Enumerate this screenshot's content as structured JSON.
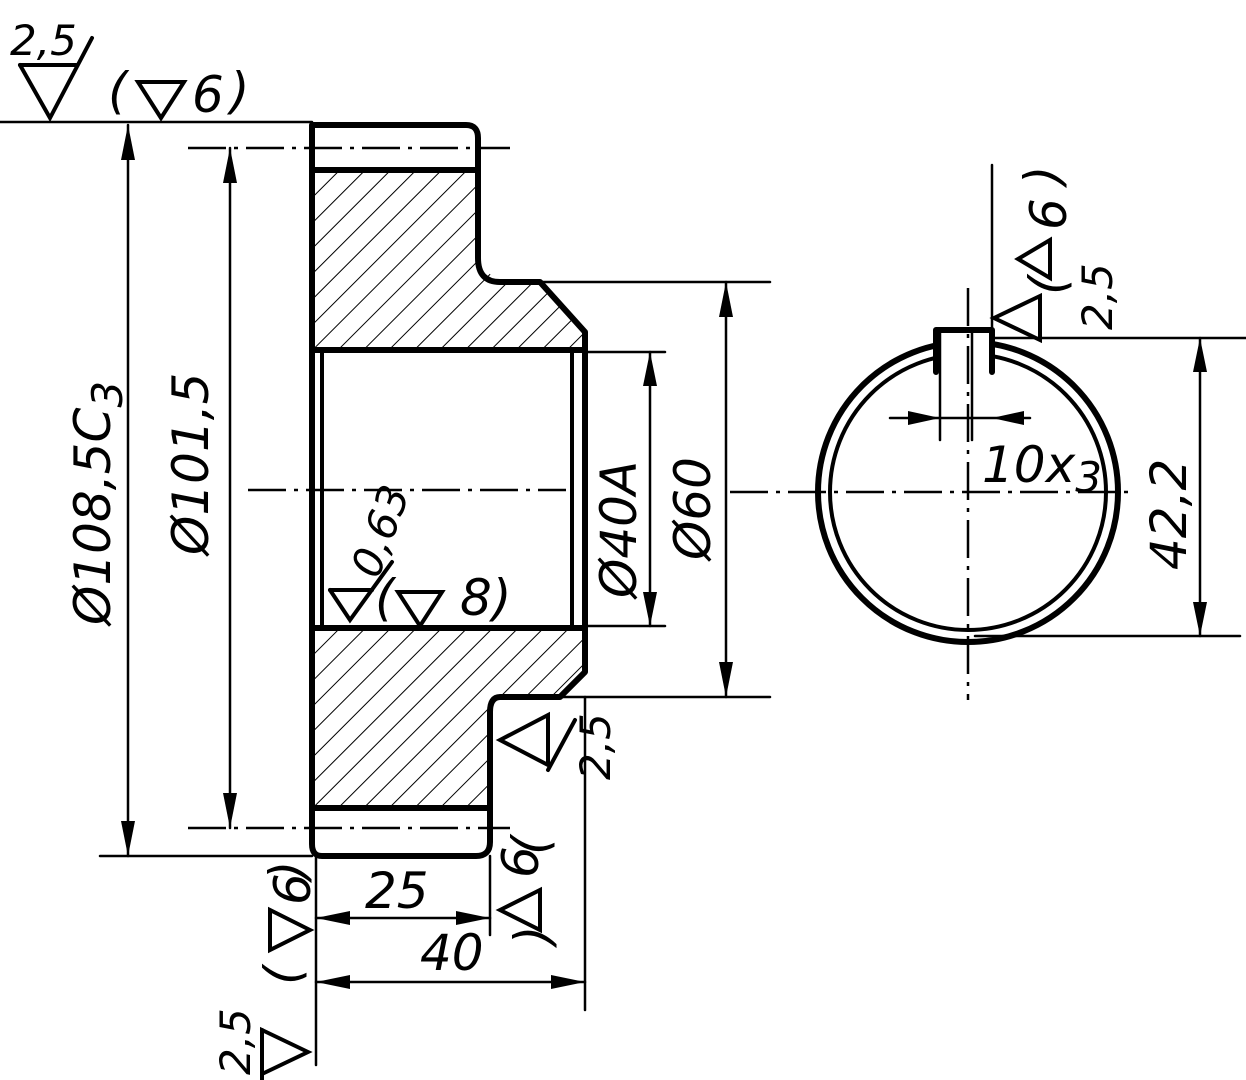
{
  "dimensions": {
    "outer_diameter": "Ø108,5С",
    "outer_diameter_sub": "3",
    "root_diameter": "Ø101,5",
    "bore_diameter": "Ø40А",
    "hub_diameter": "Ø60",
    "gear_width": "25",
    "hub_length": "40",
    "keyway_width": "10х",
    "keyway_width_sub": "3",
    "keyway_depth": "42,2"
  },
  "roughness": {
    "top_rz": "2,5",
    "top_class": "6",
    "bore_ra": "0,63",
    "bore_class": "8",
    "hub_rz": "2,5",
    "face_class_left": "6",
    "face_class_right": "6",
    "bottom_rz": "2,5",
    "key_rz": "2,5",
    "key_class": "6"
  }
}
